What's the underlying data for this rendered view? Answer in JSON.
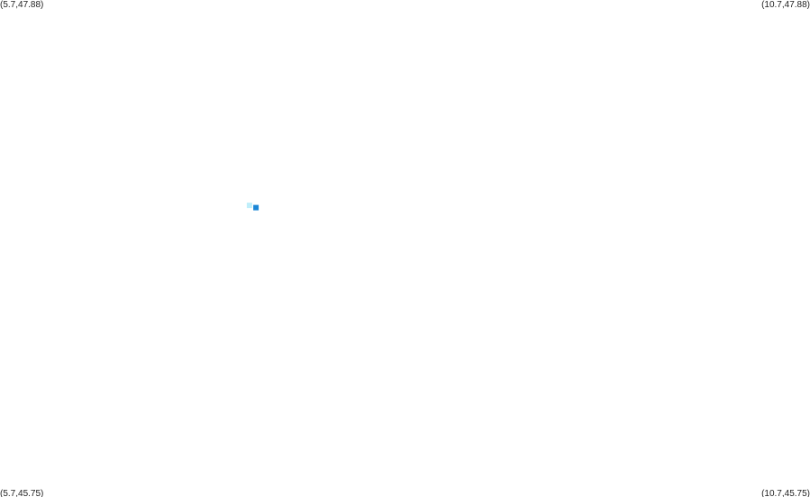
{
  "map": {
    "corners": {
      "top_left": "(5.7,47.88)",
      "top_right": "(10.7,47.88)",
      "bottom_left": "(5.7,45.75)",
      "bottom_right": "(10.7,45.75)"
    },
    "bounds": {
      "lon_min": 5.7,
      "lon_max": 10.7,
      "lat_min": 45.75,
      "lat_max": 47.88
    },
    "markers": [
      {
        "lon": 7.24,
        "lat": 47.0,
        "color": "#bfeefa"
      },
      {
        "lon": 7.28,
        "lat": 46.99,
        "color": "#1a86d6"
      }
    ]
  }
}
